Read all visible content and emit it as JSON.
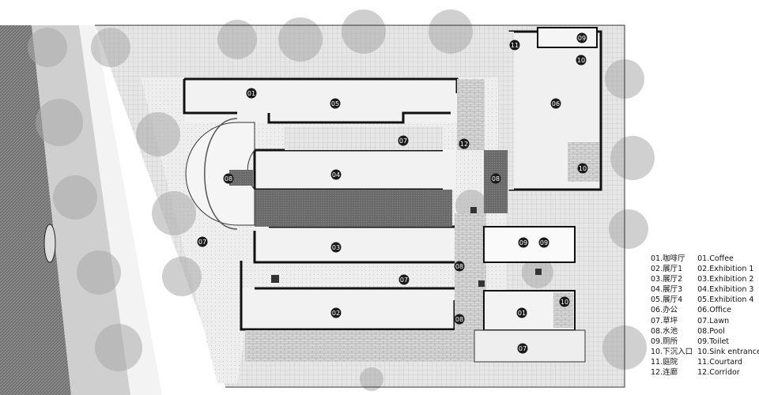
{
  "markers": [
    "01",
    "02",
    "03",
    "04",
    "05",
    "06",
    "07",
    "08",
    "09",
    "10",
    "11",
    "12"
  ],
  "legend": [
    {
      "cn": "01.咖啡厅",
      "en": "01.Coffee"
    },
    {
      "cn": "02.展厅1",
      "en": "02.Exhibition 1"
    },
    {
      "cn": "03.展厅2",
      "en": "03.Exhibition 2"
    },
    {
      "cn": "04.展厅3",
      "en": "04.Exhibition 3"
    },
    {
      "cn": "05.展厅4",
      "en": "05.Exhibition 4"
    },
    {
      "cn": "06.办公",
      "en": "06.Office"
    },
    {
      "cn": "07.草坪",
      "en": "07.Lawn"
    },
    {
      "cn": "08.水池",
      "en": "08.Pool"
    },
    {
      "cn": "09.厕所",
      "en": "09.Toilet"
    },
    {
      "cn": "10.下沉入口",
      "en": "10.Sink entrance"
    },
    {
      "cn": "11.庭院",
      "en": "11.Courtard"
    },
    {
      "cn": "12.连廊",
      "en": "12.Corridor"
    }
  ],
  "colors": {
    "water": "#7a7a7a",
    "road": "#d8d8d8",
    "lawn": "#dcdcdc",
    "floor": "#f0f0f0",
    "pool": "#6e6e6e",
    "wall": "#111111",
    "marker": "#1a1a1a"
  }
}
